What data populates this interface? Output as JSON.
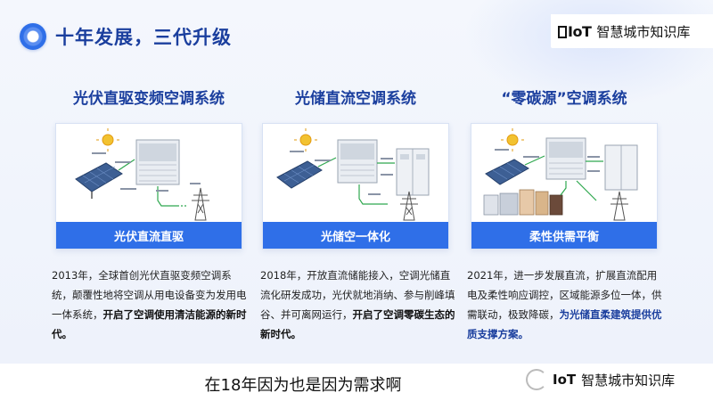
{
  "slide": {
    "title": "十年发展，三代升级",
    "watermark": {
      "logo": "IoT",
      "text": "智慧城市知识库"
    }
  },
  "columns": [
    {
      "heading": "光伏直驱变频空调系统",
      "footer": "光伏直流直驱",
      "desc_normal": "2013年，全球首创光伏直驱变频空调系统，颠覆性地将空调从用电设备变为发用电一体系统，",
      "desc_strong": "开启了空调使用清洁能源的新时代。"
    },
    {
      "heading": "光储直流空调系统",
      "footer": "光储空一体化",
      "desc_normal": "2018年，开放直流储能接入，空调光储直流化研发成功，光伏就地消纳、参与削峰填谷、并可离网运行，",
      "desc_strong": "开启了空调零碳生态的新时代。"
    },
    {
      "heading": "“零碳源”空调系统",
      "footer": "柔性供需平衡",
      "desc_normal": "2021年，进一步发展直流，扩展直流配用电及柔性响应调控，区域能源多位一体，供需联动，极致降碳，",
      "desc_strong": "为光储直柔建筑提供优质支撑方案。"
    }
  ],
  "subtitle": {
    "text": "在18年因为也是因为需求啊",
    "watermark_logo": "IoT",
    "watermark_text": "智慧城市知识库"
  },
  "colors": {
    "brand_blue": "#2f6fe8",
    "heading_blue": "#1b3f9e"
  },
  "icons": [
    "ring-logo-icon",
    "solar-panel-icon",
    "sun-icon",
    "hvac-unit-icon",
    "pylon-icon",
    "battery-cabinet-icon",
    "appliances-icon"
  ]
}
